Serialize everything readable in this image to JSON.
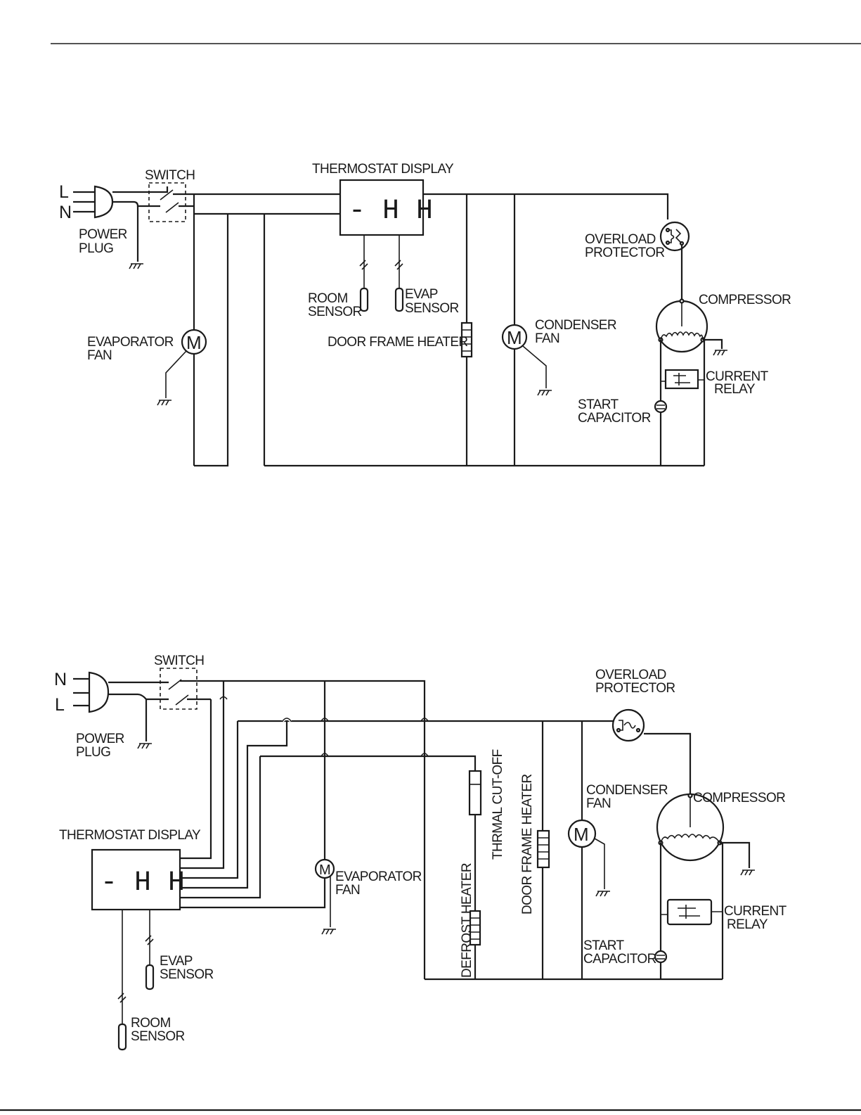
{
  "diagram1": {
    "labels": {
      "L": "L",
      "N": "N",
      "switch": "SWITCH",
      "power_plug": [
        "POWER",
        "PLUG"
      ],
      "thermostat_display": "THERMOSTAT  DISPLAY",
      "display_digits": "- H H",
      "overload_protector": [
        "OVERLOAD",
        "PROTECTOR"
      ],
      "compressor": "COMPRESSOR",
      "room_sensor": [
        "ROOM",
        "SENSOR"
      ],
      "evap_sensor": [
        "EVAP",
        "SENSOR"
      ],
      "door_frame_heater": "DOOR FRAME HEATER",
      "condenser_fan": [
        "CONDENSER",
        "FAN"
      ],
      "evaporator_fan": [
        "EVAPORATOR",
        "FAN"
      ],
      "current_relay": [
        "CURRENT",
        "RELAY"
      ],
      "start_capacitor": [
        "START",
        "CAPACITOR"
      ],
      "motor": "M"
    }
  },
  "diagram2": {
    "labels": {
      "N": "N",
      "L": "L",
      "switch": "SWITCH",
      "power_plug": [
        "POWER",
        "PLUG"
      ],
      "overload_protector": [
        "OVERLOAD",
        "PROTECTOR"
      ],
      "thermostat_display": "THERMOSTAT DISPLAY",
      "display_digits": "- H H",
      "thermal_cutoff": "THRMAL CUT-OFF",
      "door_frame_heater": "DOOR FRAME HEATER",
      "defrost_heater": "DEFROST HEATER",
      "condenser_fan": [
        "CONDENSER",
        "FAN"
      ],
      "compressor": "COMPRESSOR",
      "evaporator_fan": [
        "EVAPORATOR",
        "FAN"
      ],
      "current_relay": [
        "CURRENT",
        "RELAY"
      ],
      "start_capacitor": [
        "START",
        "CAPACITOR"
      ],
      "evap_sensor": [
        "EVAP",
        "SENSOR"
      ],
      "room_sensor": [
        "ROOM",
        "SENSOR"
      ],
      "motor": "M"
    }
  }
}
